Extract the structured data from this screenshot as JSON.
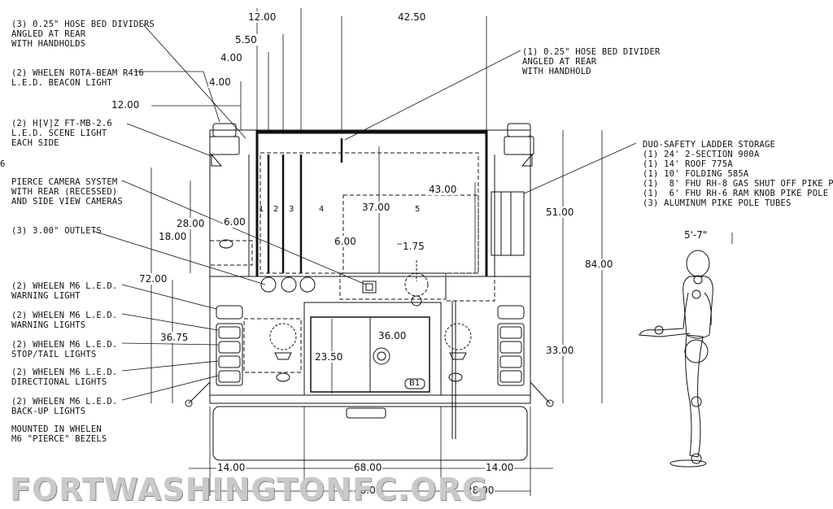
{
  "callouts": {
    "hose_bed_dividers": "(3) 0.25\" HOSE BED DIVIDERS\nANGLED AT REAR\nWITH HANDHOLDS",
    "beacon_light": "(2) WHELEN ROTA-BEAM R416\nL.E.D. BEACON LIGHT",
    "scene_light": "(2) H[V]Z FT-MB-2.6\nL.E.D. SCENE LIGHT\nEACH SIDE",
    "camera_system": "PIERCE CAMERA SYSTEM\nWITH REAR (RECESSED)\nAND SIDE VIEW CAMERAS",
    "outlets": "(3) 3.00\" OUTLETS",
    "warning_light_1": "(2) WHELEN M6 L.E.D.\nWARNING LIGHT",
    "warning_lights_2": "(2) WHELEN M6 L.E.D.\nWARNING LIGHTS",
    "stop_tail": "(2) WHELEN M6 L.E.D.\nSTOP/TAIL LIGHTS",
    "directional": "(2) WHELEN M6 L.E.D.\nDIRECTIONAL LIGHTS",
    "backup": "(2) WHELEN M6 L.E.D.\nBACK-UP LIGHTS",
    "bezels": "MOUNTED IN WHELEN\nM6 \"PIERCE\" BEZELS",
    "single_divider": "(1) 0.25\" HOSE BED DIVIDER\nANGLED AT REAR\nWITH HANDHOLD",
    "ladder_storage": "DUO-SAFETY LADDER STORAGE\n(1) 24' 2-SECTION 900A\n(1) 14' ROOF 775A\n(1) 10' FOLDING 585A\n(1)  8' FHU RH-8 GAS SHUT OFF PIKE P\n(1)  6' FHU RH-6 RAM KNOB PIKE POLE\n(3) ALUMINUM PIKE POLE TUBES",
    "edge_mark": "6"
  },
  "dimensions": {
    "d_12_top": "12.00",
    "d_42_50": "42.50",
    "d_5_50": "5.50",
    "d_4_00a": "4.00",
    "d_4_00b": "4.00",
    "d_12_left": "12.00",
    "d_28": "28.00",
    "d_6_00a": "6.00",
    "d_18": "18.00",
    "d_37": "37.00",
    "d_43": "43.00",
    "d_6_00b": "6.00",
    "d_1_75": "1.75",
    "d_72": "72.00",
    "d_36_75": "36.75",
    "d_36_00": "36.00",
    "d_23_50": "23.50",
    "d_51": "51.00",
    "d_84": "84.00",
    "d_33": "33.00",
    "d_14a": "14.00",
    "d_68": "68.00",
    "d_14b": "14.00",
    "d_40": "40.00",
    "d_28_bottom": "28.00",
    "human_height": "5'-7\""
  },
  "compartment_numbers": [
    "1",
    "2",
    "3",
    "4",
    "5"
  ],
  "panel_label": "B1",
  "watermark": "FORTWASHINGTONFC.ORG"
}
